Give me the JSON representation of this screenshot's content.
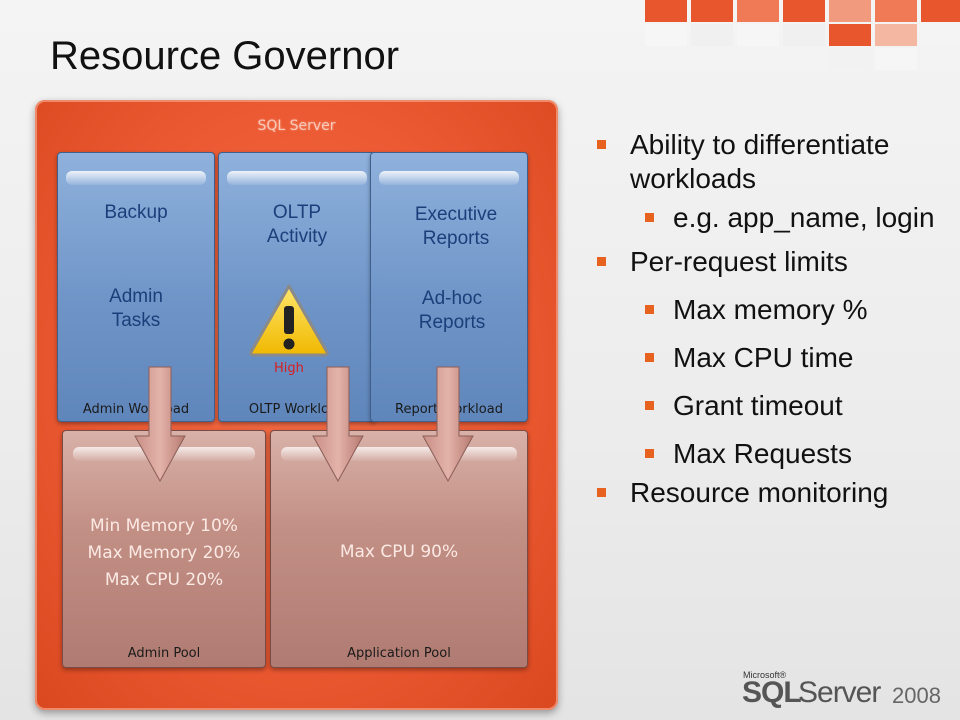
{
  "slide": {
    "title": "Resource Governor"
  },
  "diagram": {
    "frame_label": "SQL Server",
    "workload_groups": [
      {
        "lines": [
          "Backup",
          "Admin Tasks"
        ],
        "label": "Admin Workload"
      },
      {
        "lines": [
          "OLTP Activity"
        ],
        "label": "OLTP Workload",
        "importance": "High"
      },
      {
        "lines": [
          "Executive Reports",
          "Ad-hoc Reports"
        ],
        "label": "Report Workload"
      }
    ],
    "pools": [
      {
        "lines": [
          "Min Memory 10%",
          "Max Memory 20%",
          "Max CPU 20%"
        ],
        "label": "Admin Pool"
      },
      {
        "lines": [
          "Max CPU 90%"
        ],
        "label": "Application Pool"
      }
    ]
  },
  "bullets": [
    {
      "level": 1,
      "text": "Ability to differentiate workloads"
    },
    {
      "level": 2,
      "text": "e.g. app_name, login"
    },
    {
      "level": 1,
      "text": "Per-request limits"
    },
    {
      "level": 2,
      "text": "Max memory %"
    },
    {
      "level": 2,
      "text": "Max CPU time"
    },
    {
      "level": 2,
      "text": "Grant timeout"
    },
    {
      "level": 2,
      "text": "Max Requests"
    },
    {
      "level": 1,
      "text": "Resource monitoring"
    }
  ],
  "logo": {
    "microsoft": "Microsoft®",
    "sql": "SQL",
    "server": "Server",
    "year": "2008"
  },
  "colors": {
    "accent": "#e8621f",
    "frame": "#ec5a33",
    "workload": "#7a9ccd",
    "pool": "#c39086",
    "warning": "#f2c200"
  }
}
